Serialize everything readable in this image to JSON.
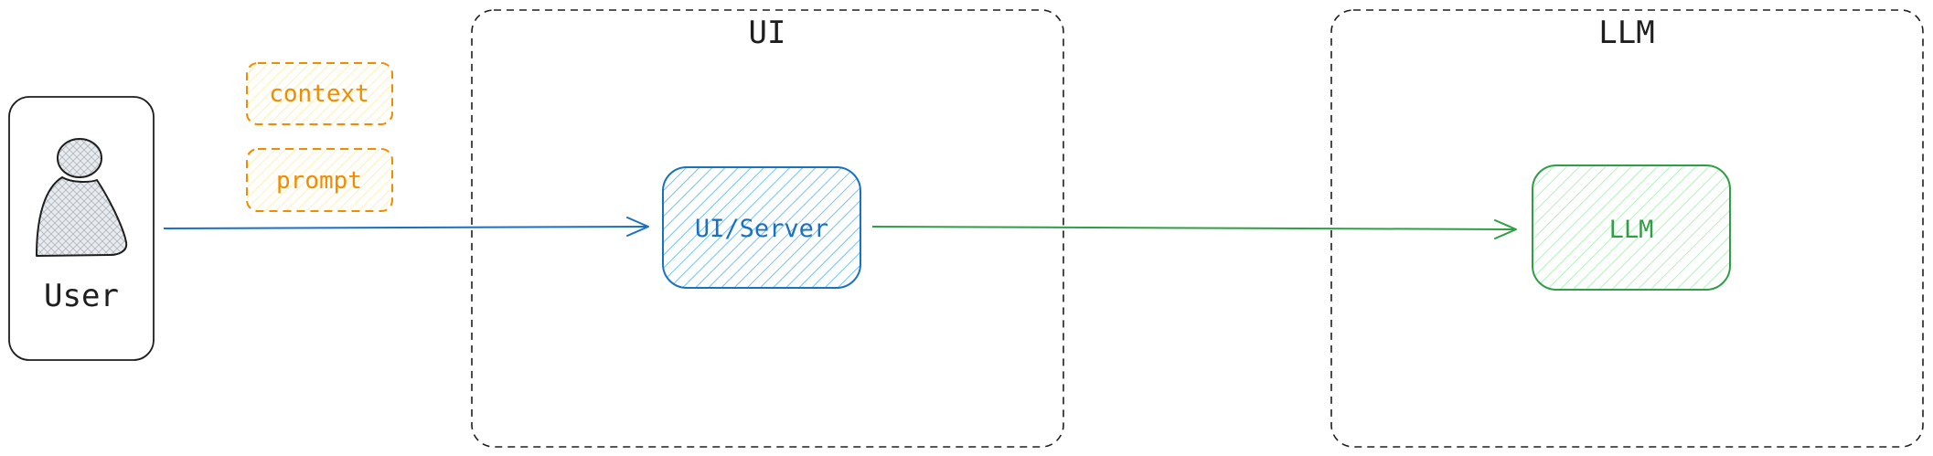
{
  "groups": {
    "ui": {
      "title": "UI"
    },
    "llm": {
      "title": "LLM"
    }
  },
  "actor": {
    "label": "User",
    "icon": "user-icon"
  },
  "tags": {
    "context": "context",
    "prompt": "prompt"
  },
  "nodes": {
    "ui_server": "UI/Server",
    "llm": "LLM"
  },
  "colors": {
    "blue": "#1971c2",
    "green": "#2f9e44",
    "orange": "#f08c00",
    "dark": "#1e1e1e"
  }
}
